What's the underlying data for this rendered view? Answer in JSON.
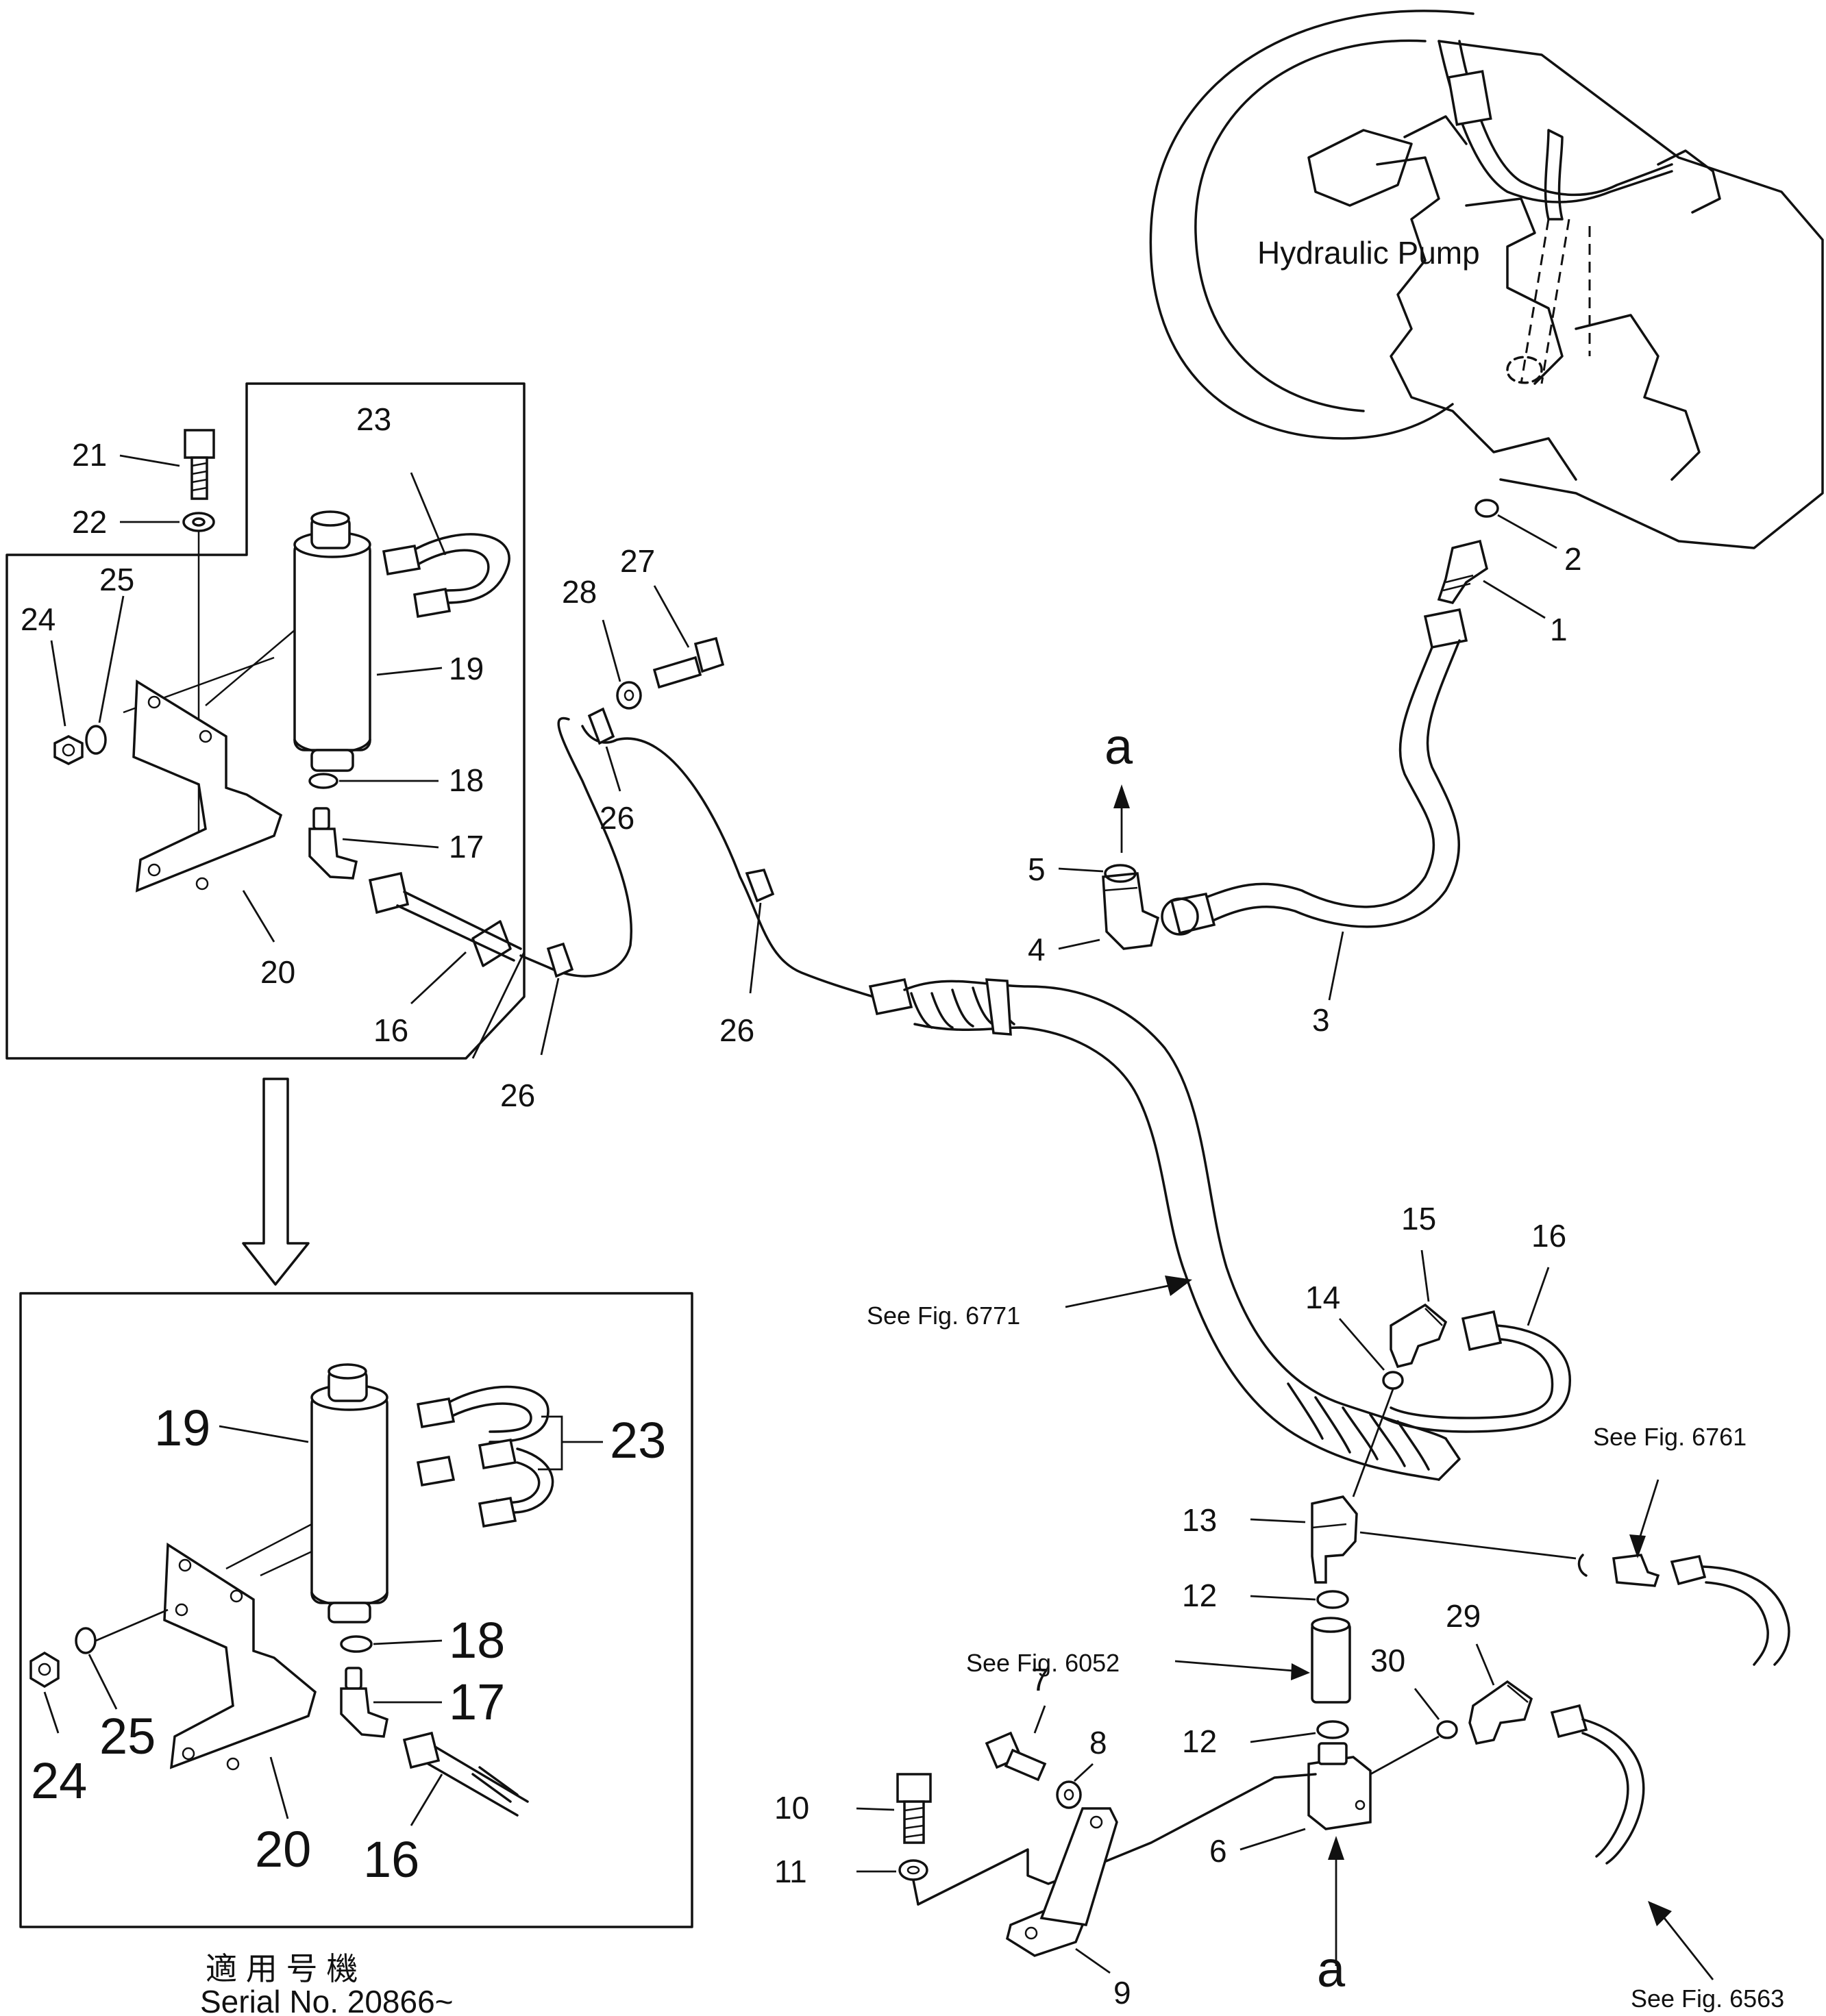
{
  "title": "",
  "pump_label": "Hydraulic Pump",
  "arrow_letter": "a",
  "serial_caption": {
    "jp": "適 用 号 機",
    "en": "Serial  No.  20866~"
  },
  "references": {
    "fig6771": "See  Fig.  6771",
    "fig6761": "See  Fig.  6761",
    "fig6052": "See  Fig.  6052",
    "fig6563": "See  Fig.  6563"
  },
  "callouts": {
    "main": {
      "p1": "1",
      "p2": "2",
      "p3": "3",
      "p4": "4",
      "p5": "5",
      "p6": "6",
      "p7": "7",
      "p8": "8",
      "p9": "9",
      "p10": "10",
      "p11": "11",
      "p12a": "12",
      "p12b": "12",
      "p13": "13",
      "p14": "14",
      "p15": "15",
      "p16": "16",
      "p26a": "26",
      "p26b": "26",
      "p26c": "26",
      "p27": "27",
      "p28": "28",
      "p29": "29",
      "p30": "30"
    },
    "inset_top": {
      "p16": "16",
      "p17": "17",
      "p18": "18",
      "p19": "19",
      "p20": "20",
      "p21": "21",
      "p22": "22",
      "p23": "23",
      "p24": "24",
      "p25": "25"
    },
    "inset_bottom": {
      "p16": "16",
      "p17": "17",
      "p18": "18",
      "p19": "19",
      "p20": "20",
      "p23": "23",
      "p24": "24",
      "p25": "25"
    }
  }
}
